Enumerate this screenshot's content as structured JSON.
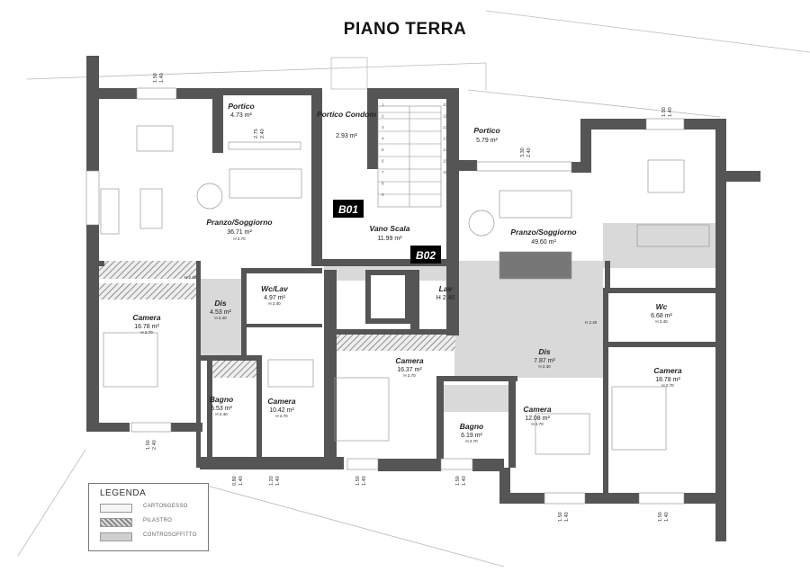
{
  "title": "PIANO TERRA",
  "units": [
    {
      "code": "B01"
    },
    {
      "code": "B02"
    }
  ],
  "rooms": [
    {
      "key": "portico_left",
      "name": "Portico",
      "area": "4.73 m²",
      "height": ""
    },
    {
      "key": "portico_condom",
      "name": "Portico Condom",
      "area": "2.93 m²",
      "height": ""
    },
    {
      "key": "portico_right",
      "name": "Portico",
      "area": "5.79 m²",
      "height": ""
    },
    {
      "key": "pranzo_left",
      "name": "Pranzo/Soggiorno",
      "area": "36.71 m²",
      "height": "H 2.70"
    },
    {
      "key": "vano_scala",
      "name": "Vano Scala",
      "area": "11.99 m²",
      "height": ""
    },
    {
      "key": "pranzo_right",
      "name": "Pranzo/Soggiorno",
      "area": "49.60 m²",
      "height": ""
    },
    {
      "key": "dis_left",
      "name": "Dis",
      "area": "4.53 m²",
      "height": "H 2.40"
    },
    {
      "key": "wclav",
      "name": "Wc/Lav",
      "area": "4.97 m²",
      "height": "H 2.40"
    },
    {
      "key": "lav",
      "name": "Lav",
      "area": "H 2.40",
      "height": ""
    },
    {
      "key": "wc",
      "name": "Wc",
      "area": "6.68 m²",
      "height": "H 2.40"
    },
    {
      "key": "camera_a",
      "name": "Camera",
      "area": "16.78 m²",
      "height": "H 2.70"
    },
    {
      "key": "camera_b",
      "name": "Camera",
      "area": "16.37 m²",
      "height": "H 2.70"
    },
    {
      "key": "dis_right",
      "name": "Dis",
      "area": "7.87 m²",
      "height": "H 2.40"
    },
    {
      "key": "camera_c",
      "name": "Camera",
      "area": "18.78 m²",
      "height": "H 2.70"
    },
    {
      "key": "bagno_left",
      "name": "Bagno",
      "area": "5.53 m²",
      "height": "H 2.40"
    },
    {
      "key": "camera_d",
      "name": "Camera",
      "area": "10.42 m²",
      "height": "H 2.70"
    },
    {
      "key": "bagno_right",
      "name": "Bagno",
      "area": "6.19 m²",
      "height": "H 2.70"
    },
    {
      "key": "camera_e",
      "name": "Camera",
      "area": "12.08 m²",
      "height": "H 2.70"
    }
  ],
  "dimensions": [
    {
      "key": "d1",
      "top": "1.50",
      "bottom": "1.40"
    },
    {
      "key": "d2",
      "top": "2.75",
      "bottom": "2.40"
    },
    {
      "key": "d3",
      "top": "3.30",
      "bottom": "2.40"
    },
    {
      "key": "d4",
      "top": "1.50",
      "bottom": "1.40"
    },
    {
      "key": "d5",
      "top": "1.50",
      "bottom": "2.40"
    },
    {
      "key": "d6",
      "top": "0.80",
      "bottom": "1.40"
    },
    {
      "key": "d7",
      "top": "1.20",
      "bottom": "1.40"
    },
    {
      "key": "d8",
      "top": "1.50",
      "bottom": "1.40"
    },
    {
      "key": "d9",
      "top": "1.50",
      "bottom": "1.40"
    },
    {
      "key": "d10",
      "top": "1.50",
      "bottom": "1.40"
    },
    {
      "key": "d11",
      "top": "1.50",
      "bottom": "1.40"
    }
  ],
  "ceiling_heights": [
    "H 2.40",
    "H 2.40"
  ],
  "stair_steps": [
    "10",
    "11",
    "12",
    "13",
    "14",
    "15",
    "16",
    "1",
    "2",
    "3",
    "4",
    "5",
    "6",
    "7",
    "8",
    "9"
  ],
  "legend": {
    "title": "LEGENDA",
    "items": [
      {
        "label": "CARTONGESSO",
        "pattern": "plain"
      },
      {
        "label": "PILASTRO",
        "pattern": "hatch"
      },
      {
        "label": "CONTROSOFFITTO",
        "pattern": "grey"
      }
    ]
  },
  "colors": {
    "wall": "#555555",
    "floor_grey": "#d9d9d9",
    "accent": "#000000"
  }
}
